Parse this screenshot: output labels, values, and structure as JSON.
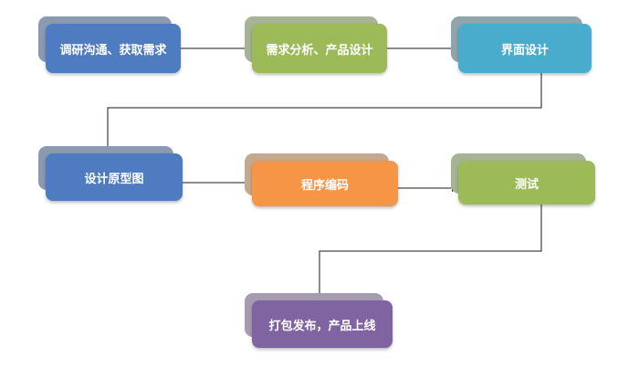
{
  "nodes": [
    {
      "id": "n1",
      "label": "调研沟通、获取需求",
      "color": "#4f7cc0",
      "backColor": "#8a9ab0"
    },
    {
      "id": "n2",
      "label": "需求分析、产品设计",
      "color": "#9cbb58",
      "backColor": "#a7b394"
    },
    {
      "id": "n3",
      "label": "界面设计",
      "color": "#4aaccd",
      "backColor": "#8fa4ad"
    },
    {
      "id": "n4",
      "label": "设计原型图",
      "color": "#4f7cc0",
      "backColor": "#8a9ab0"
    },
    {
      "id": "n5",
      "label": "程序编码",
      "color": "#f79546",
      "backColor": "#c4a98f"
    },
    {
      "id": "n6",
      "label": "测试",
      "color": "#9cbb58",
      "backColor": "#a7b394"
    },
    {
      "id": "n7",
      "label": "打包发布，产品上线",
      "color": "#8064a2",
      "backColor": "#a59cb1"
    }
  ],
  "edges": [
    {
      "from": "n1",
      "to": "n2"
    },
    {
      "from": "n2",
      "to": "n3"
    },
    {
      "from": "n3",
      "to": "n4"
    },
    {
      "from": "n4",
      "to": "n5"
    },
    {
      "from": "n5",
      "to": "n6"
    },
    {
      "from": "n6",
      "to": "n7"
    }
  ]
}
